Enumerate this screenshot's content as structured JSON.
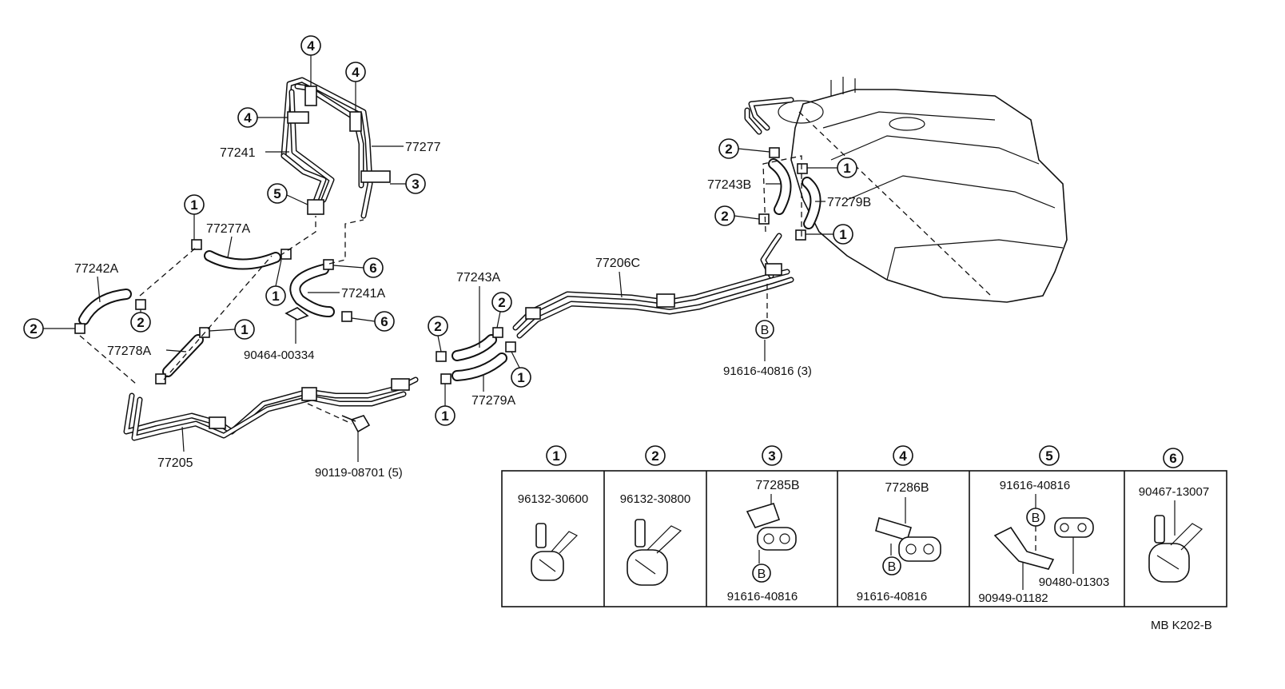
{
  "diagram": {
    "parts": {
      "p77241": "77241",
      "p77277": "77277",
      "p77277A": "77277A",
      "p77242A": "77242A",
      "p77241A": "77241A",
      "p77278A": "77278A",
      "p90464": "90464-00334",
      "p77205": "77205",
      "p90119": "90119-08701 (5)",
      "p77243A": "77243A",
      "p77279A": "77279A",
      "p77206C": "77206C",
      "p77243B": "77243B",
      "p77279B": "77279B",
      "p91616_3": "91616-40816 (3)"
    },
    "callouts": [
      "1",
      "2",
      "3",
      "4",
      "5",
      "6"
    ],
    "bolt_marker": "B",
    "legend": [
      {
        "num": "1",
        "parts": [
          "96132-30600"
        ]
      },
      {
        "num": "2",
        "parts": [
          "96132-30800"
        ]
      },
      {
        "num": "3",
        "parts": [
          "77285B",
          "91616-40816"
        ]
      },
      {
        "num": "4",
        "parts": [
          "77286B",
          "91616-40816"
        ]
      },
      {
        "num": "5",
        "parts": [
          "91616-40816",
          "90480-01303",
          "90949-01182"
        ]
      },
      {
        "num": "6",
        "parts": [
          "90467-13007"
        ]
      }
    ],
    "code": "MB  K202-B"
  }
}
